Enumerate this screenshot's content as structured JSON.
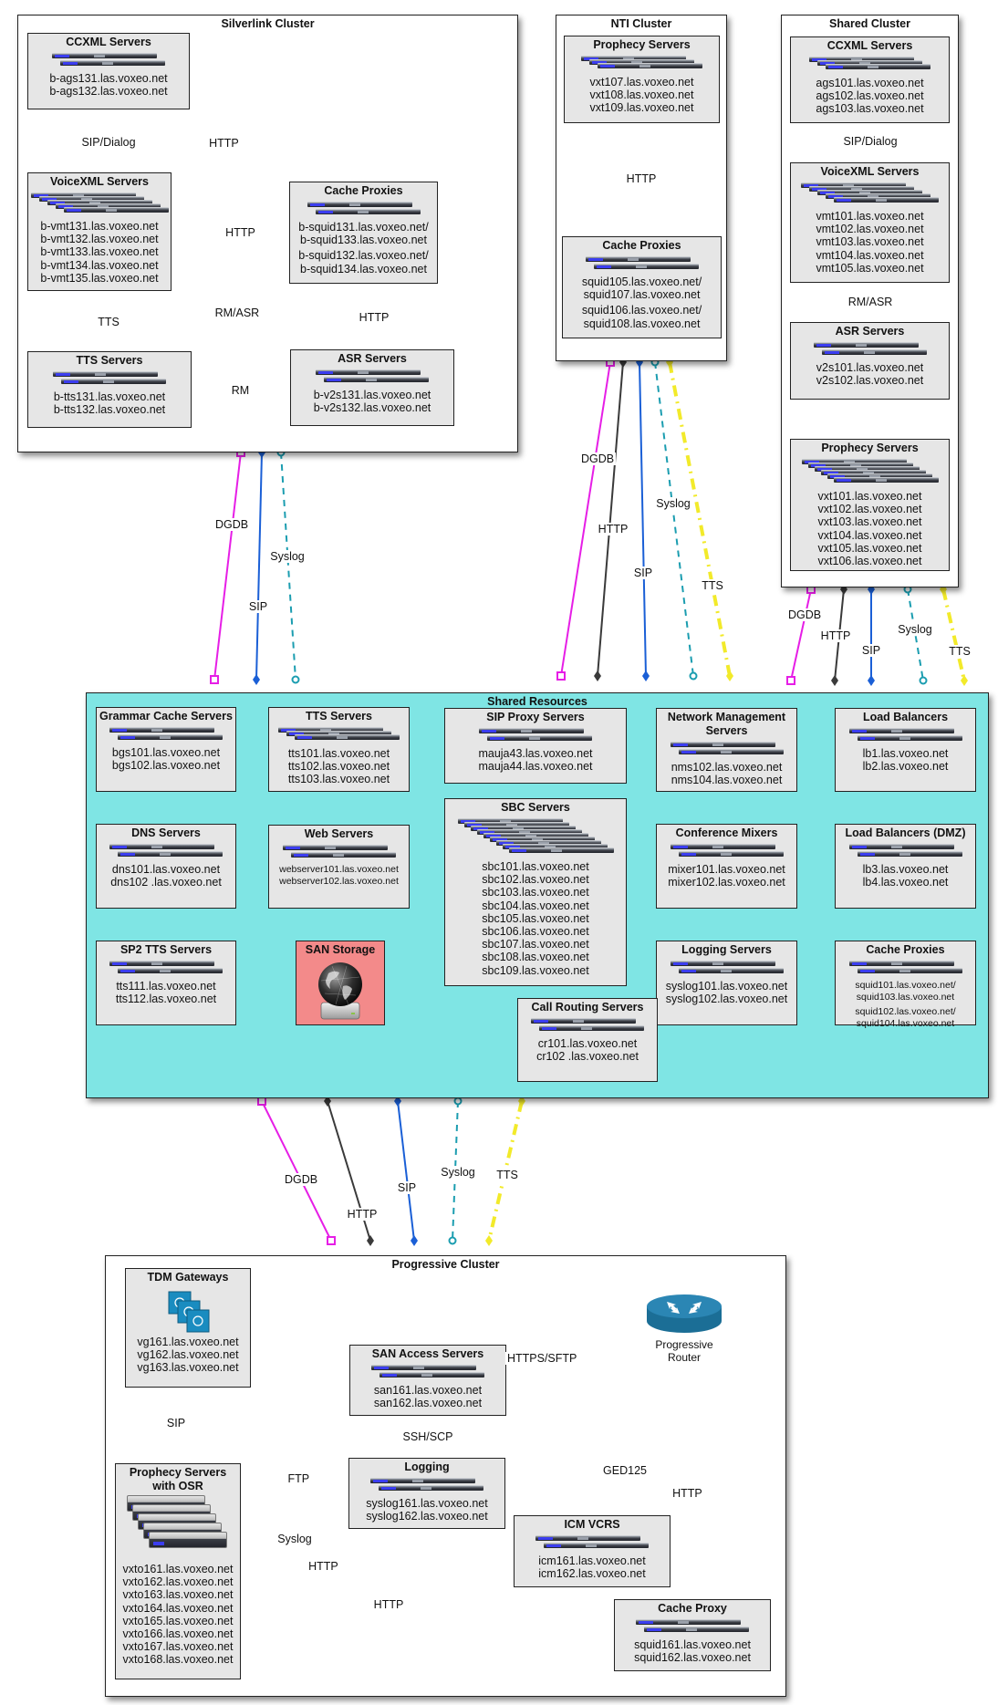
{
  "clusters": {
    "silverlink": {
      "title": "Silverlink Cluster",
      "ccxml": {
        "title": "CCXML Servers",
        "hosts": [
          "b-ags131.las.voxeo.net",
          "b-ags132.las.voxeo.net"
        ]
      },
      "voicexml": {
        "title": "VoiceXML Servers",
        "hosts": [
          "b-vmt131.las.voxeo.net",
          "b-vmt132.las.voxeo.net",
          "b-vmt133.las.voxeo.net",
          "b-vmt134.las.voxeo.net",
          "b-vmt135.las.voxeo.net"
        ]
      },
      "cache": {
        "title": "Cache Proxies",
        "hosts": [
          "b-squid131.las.voxeo.net/",
          "b-squid133.las.voxeo.net",
          "b-squid132.las.voxeo.net/",
          "b-squid134.las.voxeo.net"
        ]
      },
      "tts": {
        "title": "TTS Servers",
        "hosts": [
          "b-tts131.las.voxeo.net",
          "b-tts132.las.voxeo.net"
        ]
      },
      "asr": {
        "title": "ASR Servers",
        "hosts": [
          "b-v2s131.las.voxeo.net",
          "b-v2s132.las.voxeo.net"
        ]
      },
      "links": {
        "sip_dialog": "SIP/Dialog",
        "http_ccxml_cache": "HTTP",
        "http_vxml_cache": "HTTP",
        "http_cache_asr": "HTTP",
        "tts": "TTS",
        "rm_asr": "RM/ASR",
        "rm": "RM"
      }
    },
    "nti": {
      "title": "NTI Cluster",
      "prophecy": {
        "title": "Prophecy Servers",
        "hosts": [
          "vxt107.las.voxeo.net",
          "vxt108.las.voxeo.net",
          "vxt109.las.voxeo.net"
        ]
      },
      "cache": {
        "title": "Cache Proxies",
        "hosts": [
          "squid105.las.voxeo.net/",
          "squid107.las.voxeo.net",
          "squid106.las.voxeo.net/",
          "squid108.las.voxeo.net"
        ]
      },
      "links": {
        "http": "HTTP"
      }
    },
    "shared": {
      "title": "Shared Cluster",
      "ccxml": {
        "title": "CCXML Servers",
        "hosts": [
          "ags101.las.voxeo.net",
          "ags102.las.voxeo.net",
          "ags103.las.voxeo.net"
        ]
      },
      "voicexml": {
        "title": "VoiceXML Servers",
        "hosts": [
          "vmt101.las.voxeo.net",
          "vmt102.las.voxeo.net",
          "vmt103.las.voxeo.net",
          "vmt104.las.voxeo.net",
          "vmt105.las.voxeo.net"
        ]
      },
      "asr": {
        "title": "ASR Servers",
        "hosts": [
          "v2s101.las.voxeo.net",
          "v2s102.las.voxeo.net"
        ]
      },
      "prophecy": {
        "title": "Prophecy Servers",
        "hosts": [
          "vxt101.las.voxeo.net",
          "vxt102.las.voxeo.net",
          "vxt103.las.voxeo.net",
          "vxt104.las.voxeo.net",
          "vxt105.las.voxeo.net",
          "vxt106.las.voxeo.net"
        ]
      },
      "links": {
        "sip_dialog": "SIP/Dialog",
        "rm_asr": "RM/ASR"
      }
    },
    "shared_resources": {
      "title": "Shared Resources",
      "grammar": {
        "title": "Grammar Cache Servers",
        "hosts": [
          "bgs101.las.voxeo.net",
          "bgs102.las.voxeo.net"
        ]
      },
      "tts": {
        "title": "TTS Servers",
        "hosts": [
          "tts101.las.voxeo.net",
          "tts102.las.voxeo.net",
          "tts103.las.voxeo.net"
        ]
      },
      "sip_proxy": {
        "title": "SIP Proxy Servers",
        "hosts": [
          "mauja43.las.voxeo.net",
          "mauja44.las.voxeo.net"
        ]
      },
      "nms": {
        "title": "Network Management Servers",
        "hosts": [
          "nms102.las.voxeo.net",
          "nms104.las.voxeo.net"
        ]
      },
      "lb": {
        "title": "Load Balancers",
        "hosts": [
          "lb1.las.voxeo.net",
          "lb2.las.voxeo.net"
        ]
      },
      "dns": {
        "title": "DNS Servers",
        "hosts": [
          "dns101.las.voxeo.net",
          "dns102 .las.voxeo.net"
        ]
      },
      "web": {
        "title": "Web Servers",
        "hosts": [
          "webserver101.las.voxeo.net",
          "webserver102.las.voxeo.net"
        ]
      },
      "sbc": {
        "title": "SBC Servers",
        "hosts": [
          "sbc101.las.voxeo.net",
          "sbc102.las.voxeo.net",
          "sbc103.las.voxeo.net",
          "sbc104.las.voxeo.net",
          "sbc105.las.voxeo.net",
          "sbc106.las.voxeo.net",
          "sbc107.las.voxeo.net",
          "sbc108.las.voxeo.net",
          "sbc109.las.voxeo.net"
        ]
      },
      "mixers": {
        "title": "Conference Mixers",
        "hosts": [
          "mixer101.las.voxeo.net",
          "mixer102.las.voxeo.net"
        ]
      },
      "lb_dmz": {
        "title": "Load Balancers (DMZ)",
        "hosts": [
          "lb3.las.voxeo.net",
          "lb4.las.voxeo.net"
        ]
      },
      "sp2tts": {
        "title": "SP2 TTS Servers",
        "hosts": [
          "tts111.las.voxeo.net",
          "tts112.las.voxeo.net"
        ]
      },
      "san": {
        "title": "SAN Storage"
      },
      "logging": {
        "title": "Logging Servers",
        "hosts": [
          "syslog101.las.voxeo.net",
          "syslog102.las.voxeo.net"
        ]
      },
      "cache": {
        "title": "Cache Proxies",
        "hosts": [
          "squid101.las.voxeo.net/",
          "squid103.las.voxeo.net",
          "squid102.las.voxeo.net/",
          "squid104.las.voxeo.net"
        ]
      },
      "call_routing": {
        "title": "Call Routing Servers",
        "hosts": [
          "cr101.las.voxeo.net",
          "cr102 .las.voxeo.net"
        ]
      }
    },
    "progressive": {
      "title": "Progressive Cluster",
      "tdm": {
        "title": "TDM Gateways",
        "hosts": [
          "vg161.las.voxeo.net",
          "vg162.las.voxeo.net",
          "vg163.las.voxeo.net"
        ]
      },
      "san_access": {
        "title": "SAN Access Servers",
        "hosts": [
          "san161.las.voxeo.net",
          "san162.las.voxeo.net"
        ]
      },
      "router": {
        "title": "Progressive Router"
      },
      "prophecy": {
        "title": "Prophecy Servers with OSR",
        "hosts": [
          "vxto161.las.voxeo.net",
          "vxto162.las.voxeo.net",
          "vxto163.las.voxeo.net",
          "vxto164.las.voxeo.net",
          "vxto165.las.voxeo.net",
          "vxto166.las.voxeo.net",
          "vxto167.las.voxeo.net",
          "vxto168.las.voxeo.net"
        ]
      },
      "logging": {
        "title": "Logging",
        "hosts": [
          "syslog161.las.voxeo.net",
          "syslog162.las.voxeo.net"
        ]
      },
      "icm": {
        "title": "ICM VCRS",
        "hosts": [
          "icm161.las.voxeo.net",
          "icm162.las.voxeo.net"
        ]
      },
      "cache": {
        "title": "Cache Proxy",
        "hosts": [
          "squid161.las.voxeo.net",
          "squid162.las.voxeo.net"
        ]
      },
      "links": {
        "sip": "SIP",
        "ftp": "FTP",
        "ssh_scp": "SSH/SCP",
        "https_sftp": "HTTPS/SFTP",
        "ged125": "GED125",
        "http_router": "HTTP",
        "syslog": "Syslog",
        "http_icm": "HTTP",
        "http_cache": "HTTP"
      }
    }
  },
  "inter_links": {
    "silverlink_to_shared": [
      "DGDB",
      "SIP",
      "Syslog"
    ],
    "nti_to_shared": [
      "DGDB",
      "HTTP",
      "SIP",
      "Syslog",
      "TTS"
    ],
    "sharedcluster_to_shared": [
      "DGDB",
      "HTTP",
      "SIP",
      "Syslog",
      "TTS"
    ],
    "shared_to_progressive": [
      "DGDB",
      "HTTP",
      "SIP",
      "Syslog",
      "TTS"
    ]
  },
  "colors": {
    "dgdb": "#e61ee6",
    "http": "#3a3a3a",
    "sip": "#1a5fd6",
    "syslog": "#1b9db0",
    "tts": "#f2ea2a",
    "rm": "#cc1010",
    "shared_resources_bg": "#7fe5e4",
    "san_bg": "#f38a8a",
    "box_bg": "#e6e6e6",
    "router": "#1b6e96"
  }
}
